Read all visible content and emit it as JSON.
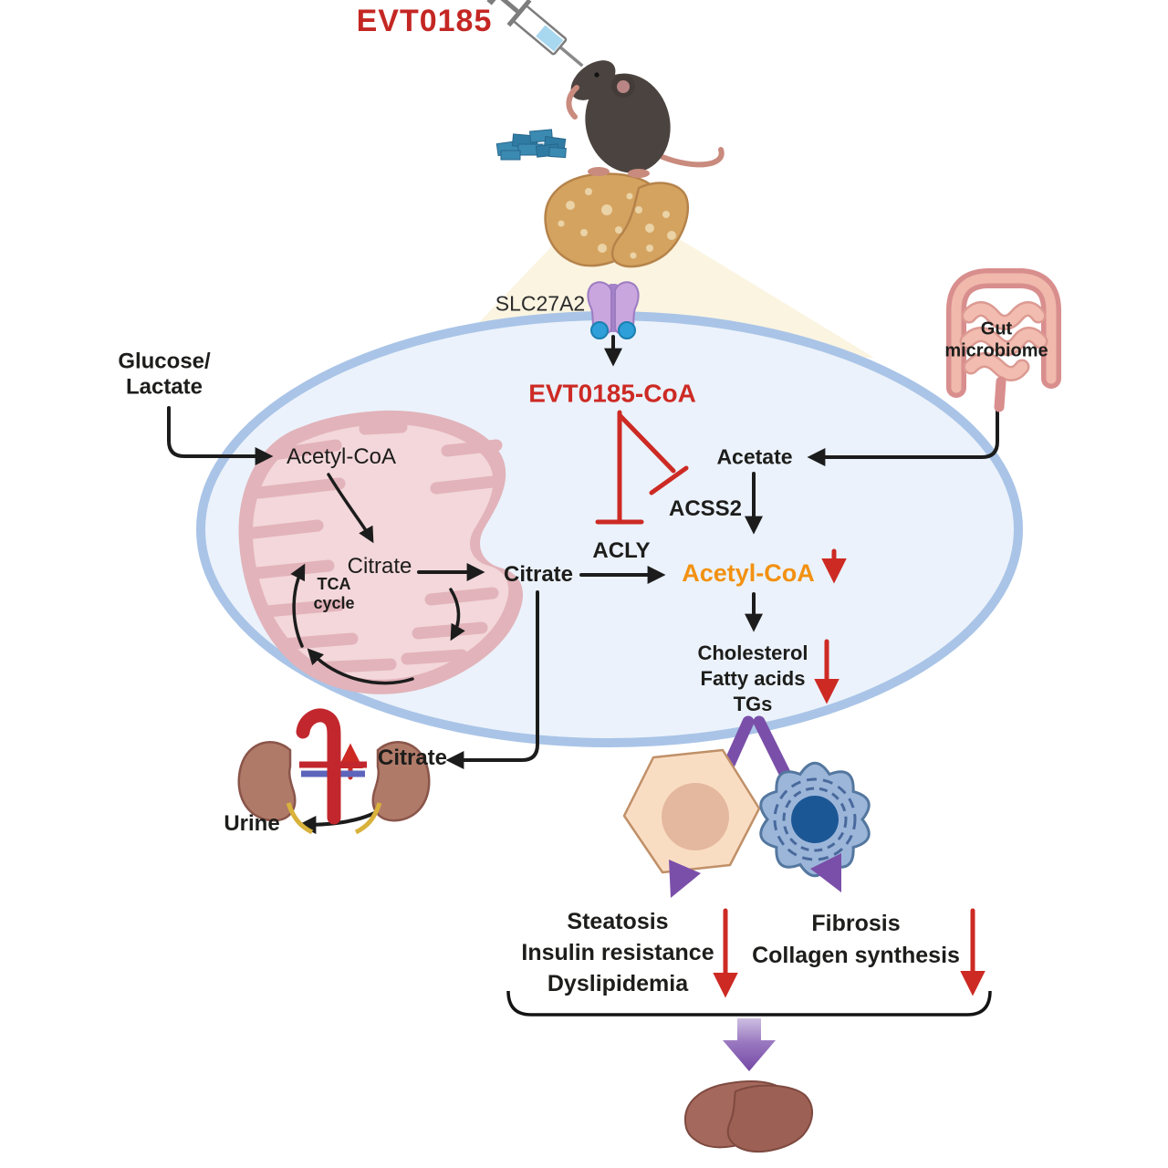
{
  "title": "EVT0185",
  "pathway": {
    "transporter": "SLC27A2",
    "evt_coa": "EVT0185-CoA",
    "glucose_lactate": "Glucose/\nLactate",
    "acetyl_coa_mito": "Acetyl-CoA",
    "citrate_mito": "Citrate",
    "tca_cycle": "TCA\ncycle",
    "citrate_cytosol": "Citrate",
    "acly": "ACLY",
    "acss2": "ACSS2",
    "acetate": "Acetate",
    "acetyl_coa": "Acetyl-CoA",
    "lipids": "Cholesterol\nFatty acids\nTGs"
  },
  "gut": {
    "label": "Gut\nmicrobiome"
  },
  "kidney": {
    "citrate": "Citrate",
    "urine": "Urine"
  },
  "outcomes": {
    "hepatocyte": "Steatosis\nInsulin resistance\nDyslipidemia",
    "stellate": "Fibrosis\nCollagen synthesis"
  },
  "colors": {
    "accent_red": "#cd2a24",
    "accent_orange": "#f29111",
    "title_red": "#c42723",
    "membrane_blue": "#a9c4e7",
    "cell_fill": "#ebf2fb",
    "purple_arrow": "#7a4fa9",
    "mitochondria_pink": "#e2b3ba",
    "text_black": "#1d1d1b"
  }
}
